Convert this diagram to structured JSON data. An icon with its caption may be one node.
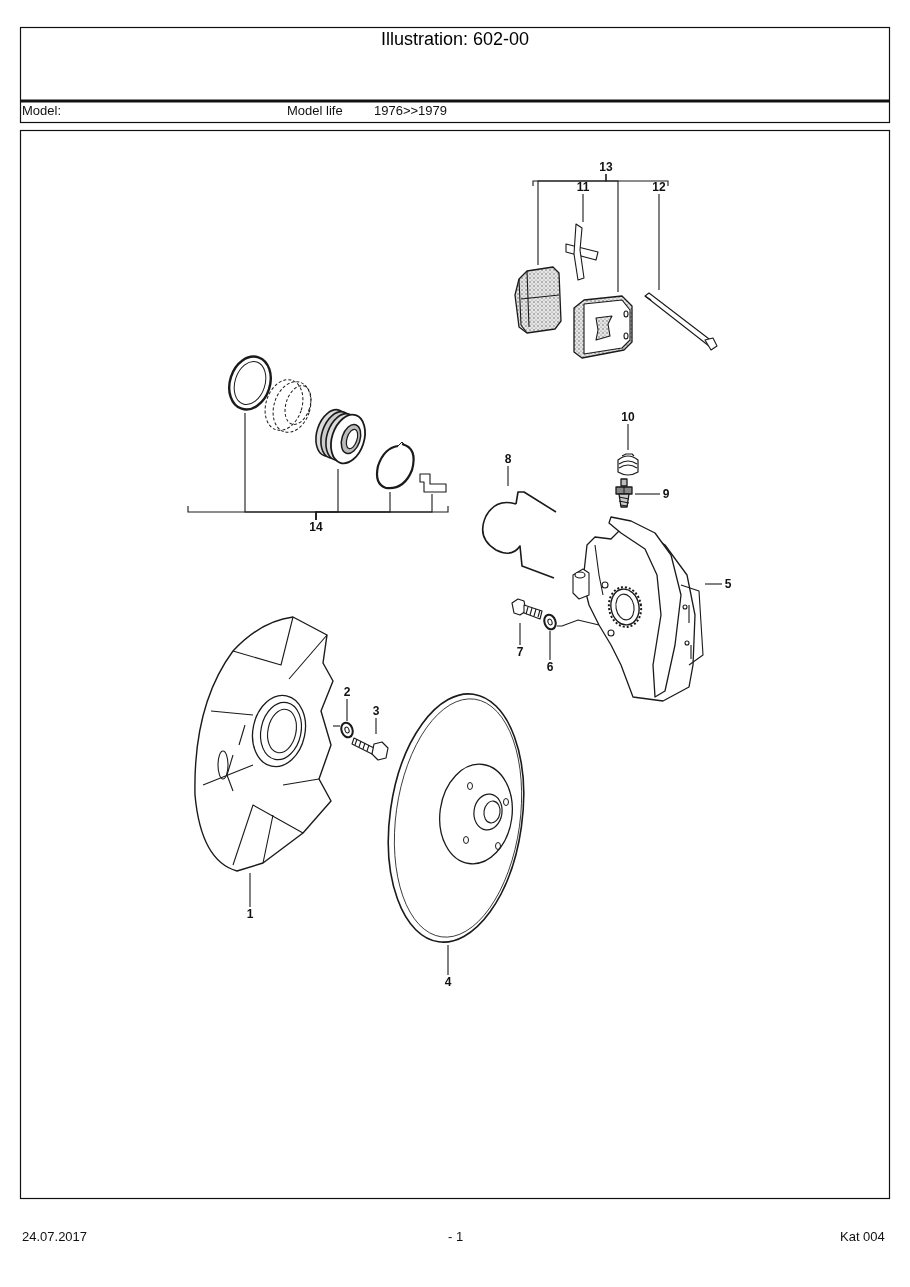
{
  "diagram": {
    "title": "Illustration: 602-00",
    "nodes": [
      {
        "text": [
          "13"
        ]
      },
      {
        "text": [
          "11"
        ]
      },
      {
        "text": [
          "12"
        ]
      },
      {
        "text": [],
        "shape": "picture"
      },
      {
        "text": [],
        "shape": "picture"
      },
      {
        "text": [],
        "shape": "picture"
      },
      {
        "text": [],
        "shape": "picture"
      },
      {
        "text": [
          "10"
        ]
      },
      {
        "text": [
          "8"
        ]
      },
      {
        "text": [],
        "shape": "picture"
      },
      {
        "text": [
          "9"
        ]
      },
      {
        "text": [],
        "shape": "picture"
      },
      {
        "text": [],
        "shape": "picture"
      },
      {
        "text": [],
        "shape": "picture"
      },
      {
        "text": [],
        "shape": "picture"
      },
      {
        "text": [],
        "shape": "picture"
      },
      {
        "text": [],
        "shape": "picture"
      },
      {
        "text": [
          "14"
        ]
      },
      {
        "text": [],
        "shape": "picture"
      },
      {
        "text": [
          "5"
        ]
      },
      {
        "text": [],
        "shape": "picture"
      },
      {
        "text": [],
        "shape": "picture"
      },
      {
        "text": [
          "7"
        ]
      },
      {
        "text": [
          "6"
        ]
      },
      {
        "text": [
          "2"
        ]
      },
      {
        "text": [
          "3"
        ]
      },
      {
        "text": [],
        "shape": "picture"
      },
      {
        "text": [],
        "shape": "picture"
      },
      {
        "text": [],
        "shape": "picture"
      },
      {
        "text": [],
        "shape": "picture"
      },
      {
        "text": [
          "1"
        ]
      },
      {
        "text": [
          "4"
        ]
      }
    ],
    "edges": [
      {
        "from": 0,
        "to": 3,
        "arrow": "none"
      },
      {
        "from": 0,
        "to": 5,
        "arrow": "none"
      },
      {
        "from": 1,
        "to": 4,
        "arrow": "none"
      },
      {
        "from": 2,
        "to": 6,
        "arrow": "none"
      },
      {
        "from": 7,
        "to": 9,
        "arrow": "none"
      },
      {
        "from": 10,
        "to": 11,
        "arrow": "none"
      },
      {
        "from": 8,
        "to": 12,
        "arrow": "none"
      },
      {
        "from": 17,
        "to": 13,
        "arrow": "none"
      },
      {
        "from": 17,
        "to": 14,
        "arrow": "none"
      },
      {
        "from": 17,
        "to": 15,
        "arrow": "none"
      },
      {
        "from": 17,
        "to": 16,
        "arrow": "none"
      },
      {
        "from": 19,
        "to": 18,
        "arrow": "none"
      },
      {
        "from": 22,
        "to": 20,
        "arrow": "none"
      },
      {
        "from": 23,
        "to": 21,
        "arrow": "none"
      },
      {
        "from": 21,
        "to": 18,
        "arrow": "none"
      },
      {
        "from": 24,
        "to": 27,
        "arrow": "none"
      },
      {
        "from": 25,
        "to": 28,
        "arrow": "none"
      },
      {
        "from": 27,
        "to": 26,
        "arrow": "none"
      },
      {
        "from": 30,
        "to": 26,
        "arrow": "none"
      },
      {
        "from": 31,
        "to": 29,
        "arrow": "none"
      }
    ],
    "labels": [
      "Model:",
      "Model life",
      "1976>>1979",
      "24.07.2017",
      "- 1",
      "Kat 004"
    ]
  }
}
